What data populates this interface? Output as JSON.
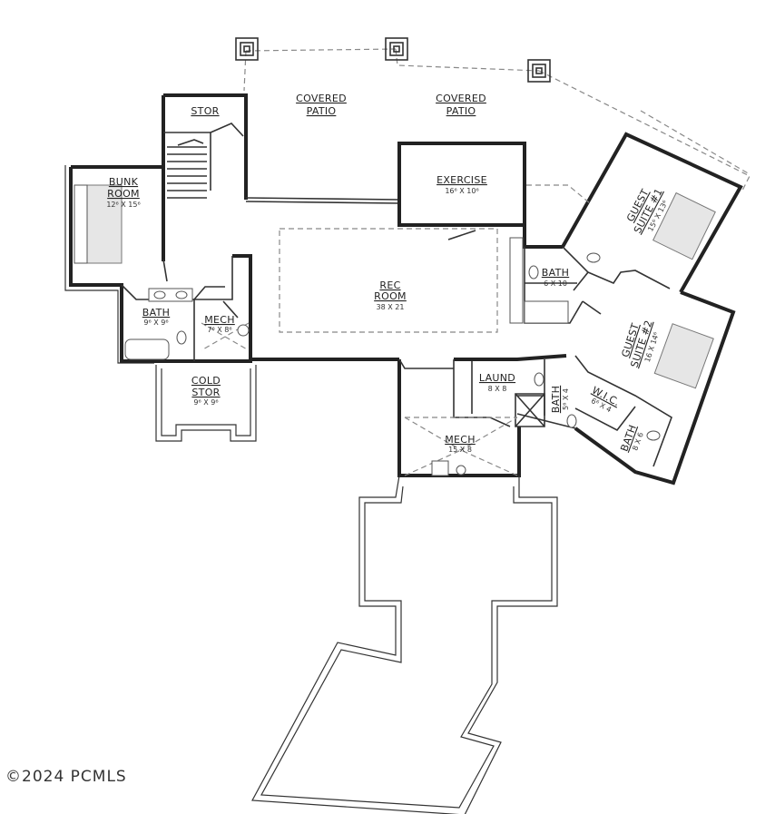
{
  "colors": {
    "wall": "#222222",
    "dashed": "#888888",
    "bed": "#e6e6e6"
  },
  "rooms": {
    "covered_patio_left": {
      "name": "COVERED",
      "name2": "PATIO"
    },
    "covered_patio_right": {
      "name": "COVERED",
      "name2": "PATIO"
    },
    "stor": {
      "name": "STOR"
    },
    "bunk_room": {
      "name": "BUNK",
      "name2": "ROOM",
      "dims": "12⁶ X 15⁶"
    },
    "exercise": {
      "name": "EXERCISE",
      "dims": "16⁶ X 10⁶"
    },
    "rec_room": {
      "name": "REC",
      "name2": "ROOM",
      "dims": "38 X 21"
    },
    "bath_center": {
      "name": "BATH",
      "dims": "6 X 10"
    },
    "bath_left": {
      "name": "BATH",
      "dims": "9⁶ X 9⁶"
    },
    "mech_left": {
      "name": "MECH",
      "dims": "7⁶ X 8⁶"
    },
    "cold_stor": {
      "name": "COLD",
      "name2": "STOR",
      "dims": "9⁶ X 9⁶"
    },
    "laund": {
      "name": "LAUND",
      "dims": "8 X 8"
    },
    "mech_center": {
      "name": "MECH",
      "dims": "15 X 8"
    },
    "bath_guest": {
      "name": "BATH",
      "dims": "5⁶ X 4"
    },
    "wic": {
      "name": "W.I.C.",
      "dims": "6⁶ X 4"
    },
    "bath_suite2": {
      "name": "BATH",
      "dims": "8 X 6"
    },
    "guest_suite_1": {
      "name": "GUEST",
      "name2": "SUITE #1",
      "dims": "15⁶ X 13⁶"
    },
    "guest_suite_2": {
      "name": "GUEST",
      "name2": "SUITE #2",
      "dims": "16 X 14⁶"
    }
  },
  "copyright": "©2024 PCMLS"
}
